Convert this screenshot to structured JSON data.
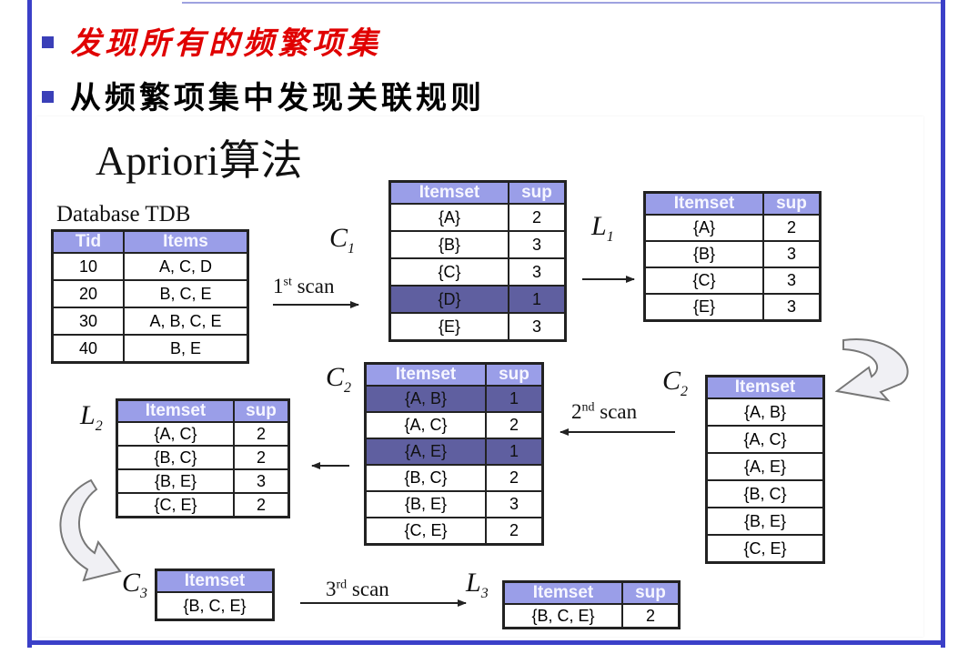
{
  "bullets": [
    "发现所有的频繁项集",
    "从频繁项集中发现关联规则"
  ],
  "title": "Apriori算法",
  "database": {
    "caption": "Database TDB",
    "headers": [
      "Tid",
      "Items"
    ],
    "rows": [
      [
        "10",
        "A, C, D"
      ],
      [
        "20",
        "B, C, E"
      ],
      [
        "30",
        "A, B, C, E"
      ],
      [
        "40",
        "B, E"
      ]
    ]
  },
  "labels": {
    "C1": "C",
    "C1_sub": "1",
    "L1": "L",
    "L1_sub": "1",
    "C2a": "C",
    "C2a_sub": "2",
    "C2b": "C",
    "C2b_sub": "2",
    "L2": "L",
    "L2_sub": "2",
    "C3": "C",
    "C3_sub": "3",
    "L3": "L",
    "L3_sub": "3"
  },
  "scans": {
    "first": {
      "num": "1",
      "sup": "st",
      "word": "scan"
    },
    "second": {
      "num": "2",
      "sup": "nd",
      "word": "scan"
    },
    "third": {
      "num": "3",
      "sup": "rd",
      "word": "scan"
    }
  },
  "tables": {
    "c1": {
      "headers": [
        "Itemset",
        "sup"
      ],
      "rows": [
        [
          "{A}",
          "2"
        ],
        [
          "{B}",
          "3"
        ],
        [
          "{C}",
          "3"
        ],
        [
          "{D}",
          "1"
        ],
        [
          "{E}",
          "3"
        ]
      ],
      "highlight": [
        3
      ]
    },
    "l1": {
      "headers": [
        "Itemset",
        "sup"
      ],
      "rows": [
        [
          "{A}",
          "2"
        ],
        [
          "{B}",
          "3"
        ],
        [
          "{C}",
          "3"
        ],
        [
          "{E}",
          "3"
        ]
      ],
      "highlight": []
    },
    "c2_candidates": {
      "headers": [
        "Itemset"
      ],
      "rows": [
        [
          "{A, B}"
        ],
        [
          "{A, C}"
        ],
        [
          "{A, E}"
        ],
        [
          "{B, C}"
        ],
        [
          "{B, E}"
        ],
        [
          "{C, E}"
        ]
      ],
      "highlight": []
    },
    "c2_counts": {
      "headers": [
        "Itemset",
        "sup"
      ],
      "rows": [
        [
          "{A, B}",
          "1"
        ],
        [
          "{A, C}",
          "2"
        ],
        [
          "{A, E}",
          "1"
        ],
        [
          "{B, C}",
          "2"
        ],
        [
          "{B, E}",
          "3"
        ],
        [
          "{C, E}",
          "2"
        ]
      ],
      "highlight": [
        0,
        2
      ]
    },
    "l2": {
      "headers": [
        "Itemset",
        "sup"
      ],
      "rows": [
        [
          "{A, C}",
          "2"
        ],
        [
          "{B, C}",
          "2"
        ],
        [
          "{B, E}",
          "3"
        ],
        [
          "{C, E}",
          "2"
        ]
      ],
      "highlight": []
    },
    "c3": {
      "headers": [
        "Itemset"
      ],
      "rows": [
        [
          "{B, C, E}"
        ]
      ],
      "highlight": []
    },
    "l3": {
      "headers": [
        "Itemset",
        "sup"
      ],
      "rows": [
        [
          "{B, C, E}",
          "2"
        ]
      ],
      "highlight": []
    }
  },
  "colors": {
    "frame": "#3b40c8",
    "header_fill": "#9a9ee8",
    "highlight_fill": "#5f5fa0",
    "bullet_red": "#e00000"
  }
}
